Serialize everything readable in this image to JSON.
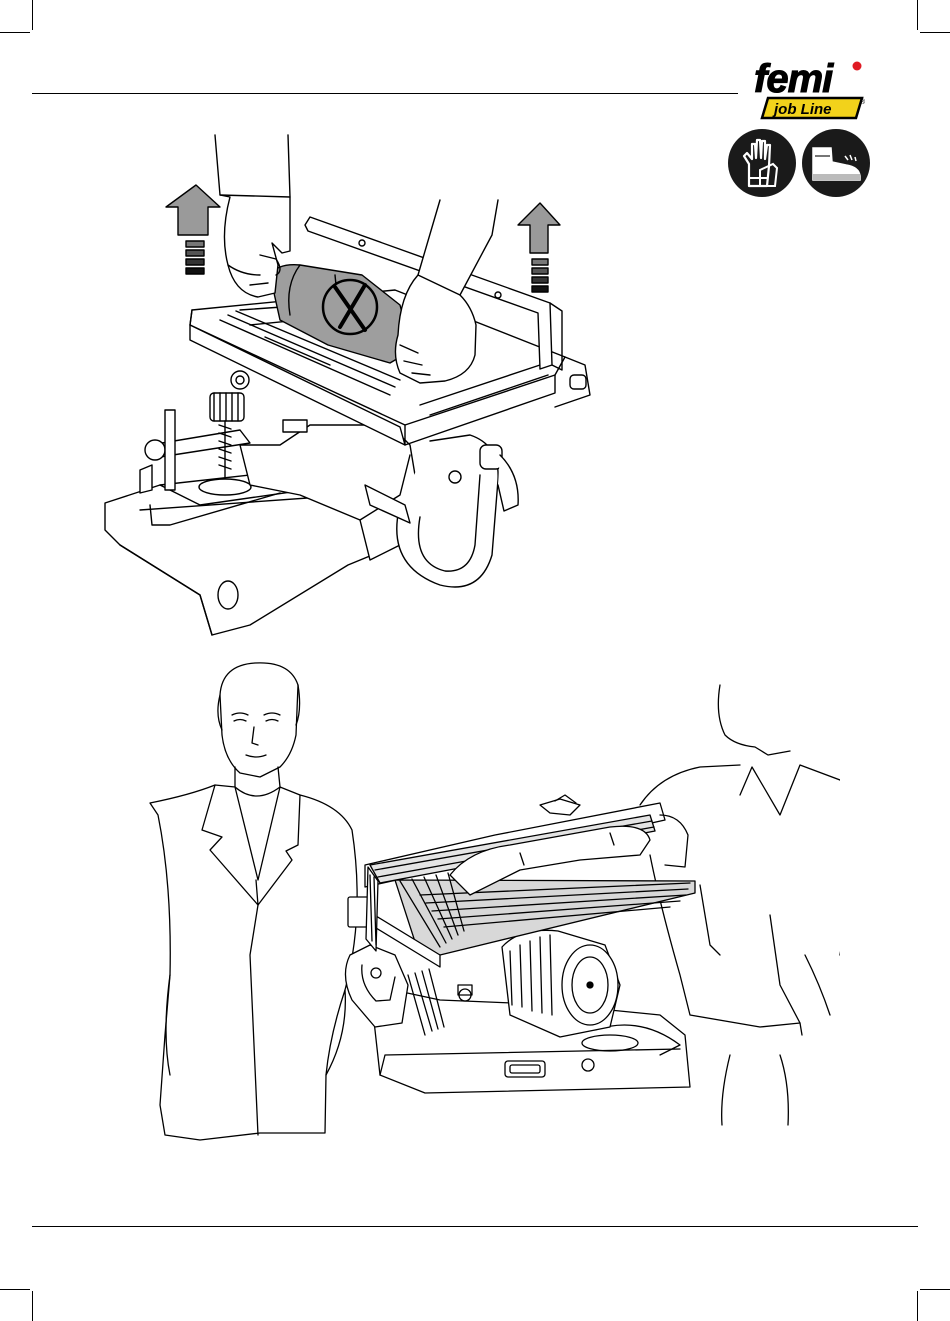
{
  "brand": {
    "name": "femi",
    "line": "job Line",
    "registered": "®",
    "accent_color": "#f2d21b",
    "dot_color": "#e01b24"
  },
  "ppe_icons": [
    "gloves-icon",
    "safety-boot-icon"
  ],
  "figures": [
    {
      "name": "table-lift-illustration",
      "prohibition_icon": "prohibited-icon",
      "arrows": [
        "lift-arrow-left-icon",
        "lift-arrow-right-icon"
      ]
    },
    {
      "name": "two-person-carry-illustration"
    }
  ]
}
